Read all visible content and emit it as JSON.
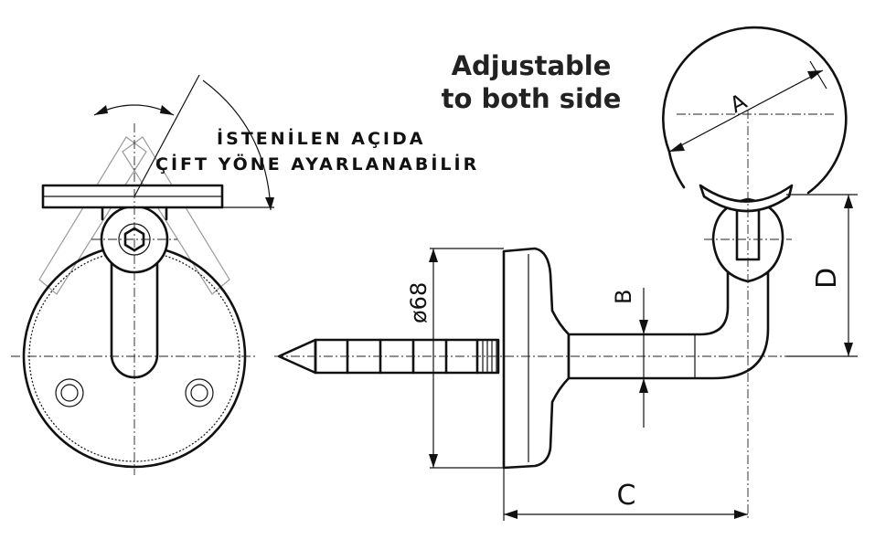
{
  "title_line1": "Adjustable",
  "title_line2": "to both side",
  "note_line1": "İSTENİLEN AÇIDA",
  "note_line2": "ÇİFT YÖNE AYARLANABİLİR",
  "dimensions": {
    "a": "A",
    "b": "B",
    "c": "C",
    "d": "D",
    "diameter": "ø68"
  },
  "colors": {
    "line": "#111111",
    "background": "#ffffff"
  }
}
